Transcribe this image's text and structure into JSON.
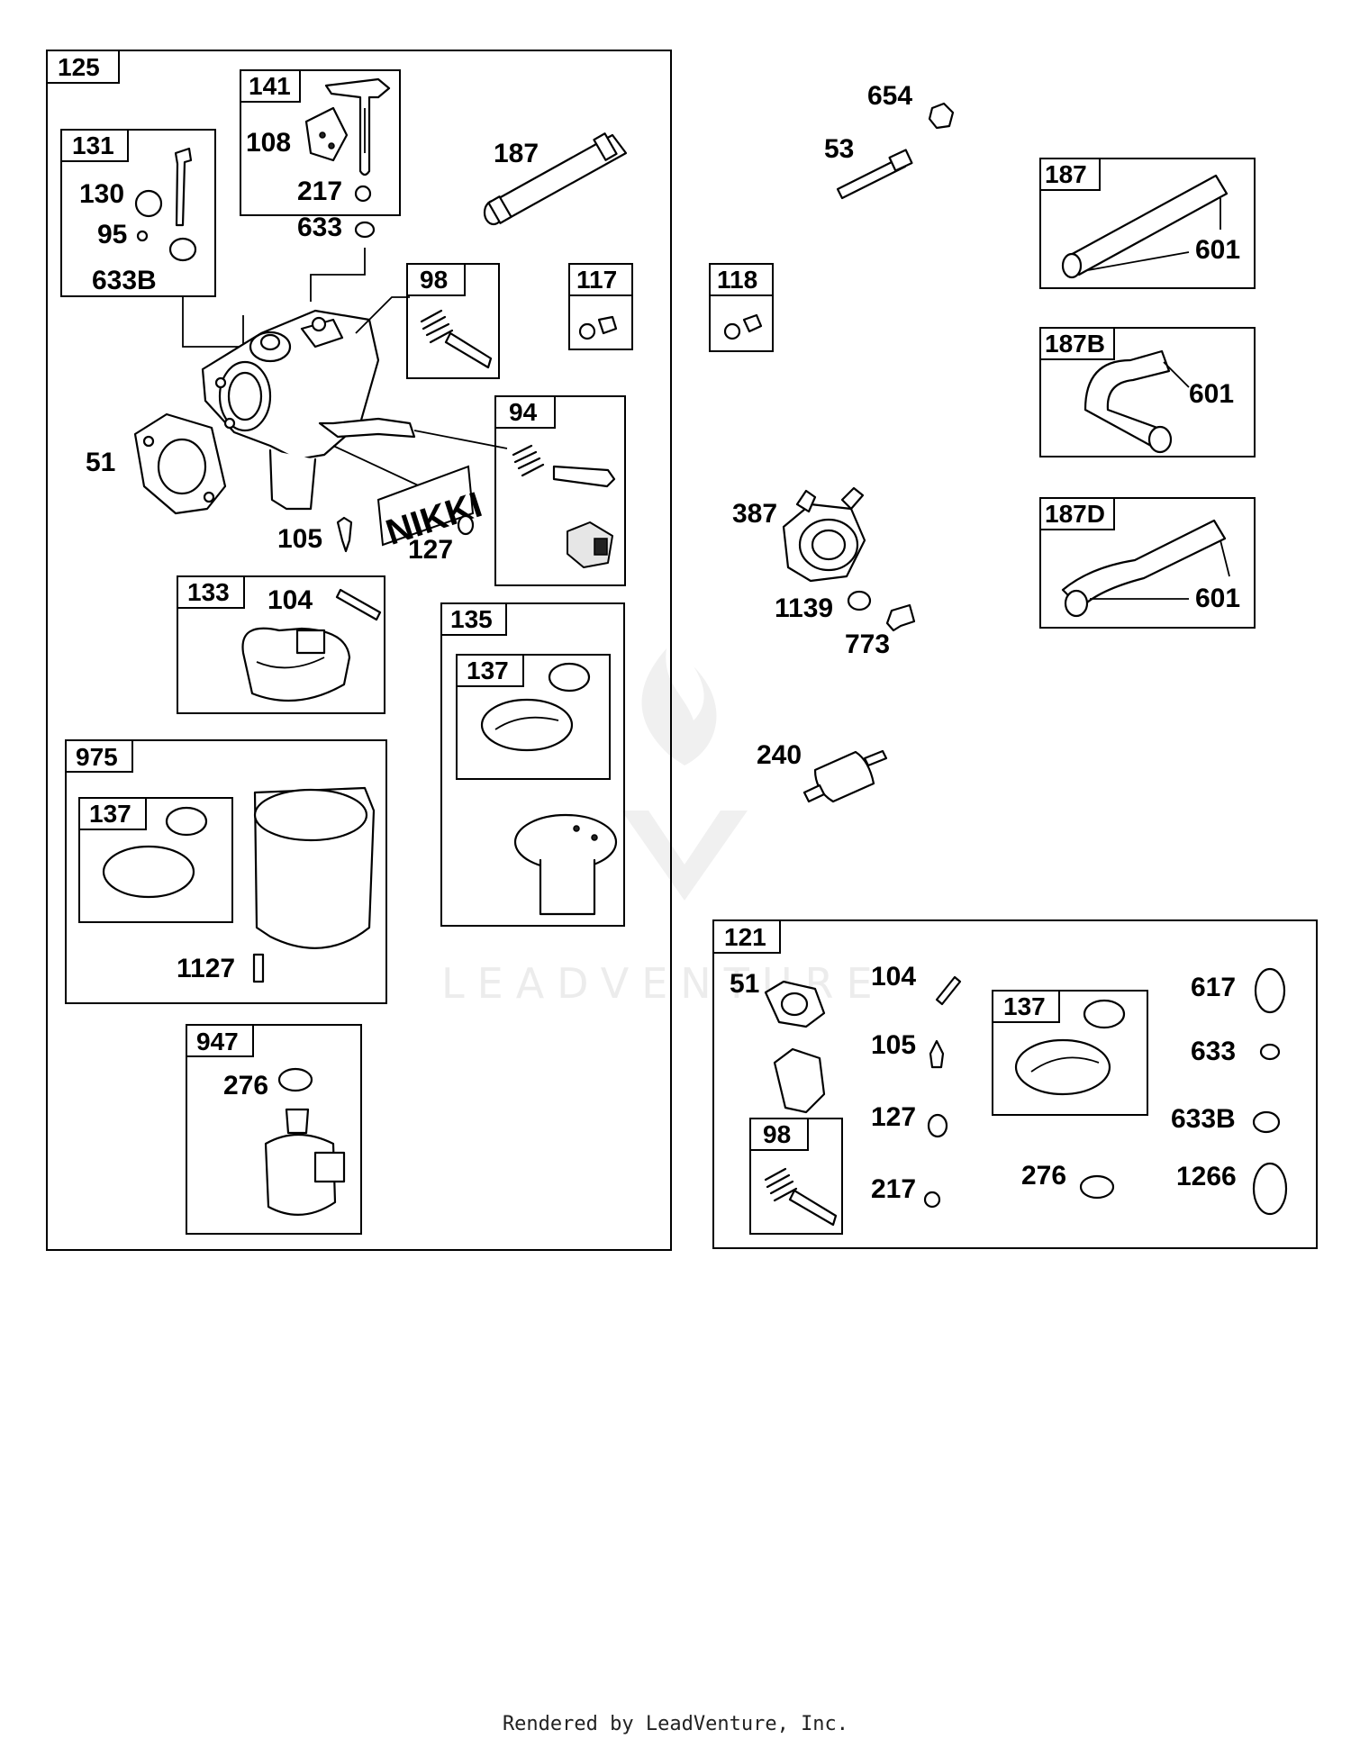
{
  "watermark": "LEADVENTURE",
  "footer": "Rendered by LeadVenture, Inc.",
  "groups": {
    "g125": "125",
    "g141": "141",
    "g131": "131",
    "g98a": "98",
    "g117": "117",
    "g94": "94",
    "g133": "133",
    "g135": "135",
    "g137a": "137",
    "g975": "975",
    "g137b": "137",
    "g947": "947",
    "g118": "118",
    "g187": "187",
    "g187b": "187B",
    "g187d": "187D",
    "g121": "121",
    "g137c": "137",
    "g98b": "98"
  },
  "labels": {
    "p108": "108",
    "p217a": "217",
    "p633a": "633",
    "p130": "130",
    "p95": "95",
    "p633b_a": "633B",
    "p187top": "187",
    "p51a": "51",
    "p105a": "105",
    "p127a": "127",
    "p104a": "104",
    "p1127": "1127",
    "p276a": "276",
    "p654": "654",
    "p53": "53",
    "p601a": "601",
    "p601b": "601",
    "p601c": "601",
    "p387": "387",
    "p1139": "1139",
    "p773": "773",
    "p240": "240",
    "p51b": "51",
    "p104b": "104",
    "p105b": "105",
    "p127b": "127",
    "p217b": "217",
    "p617": "617",
    "p633b": "633",
    "p633b_b": "633B",
    "p276b": "276",
    "p1266": "1266"
  },
  "decal_text": "NIKKI"
}
